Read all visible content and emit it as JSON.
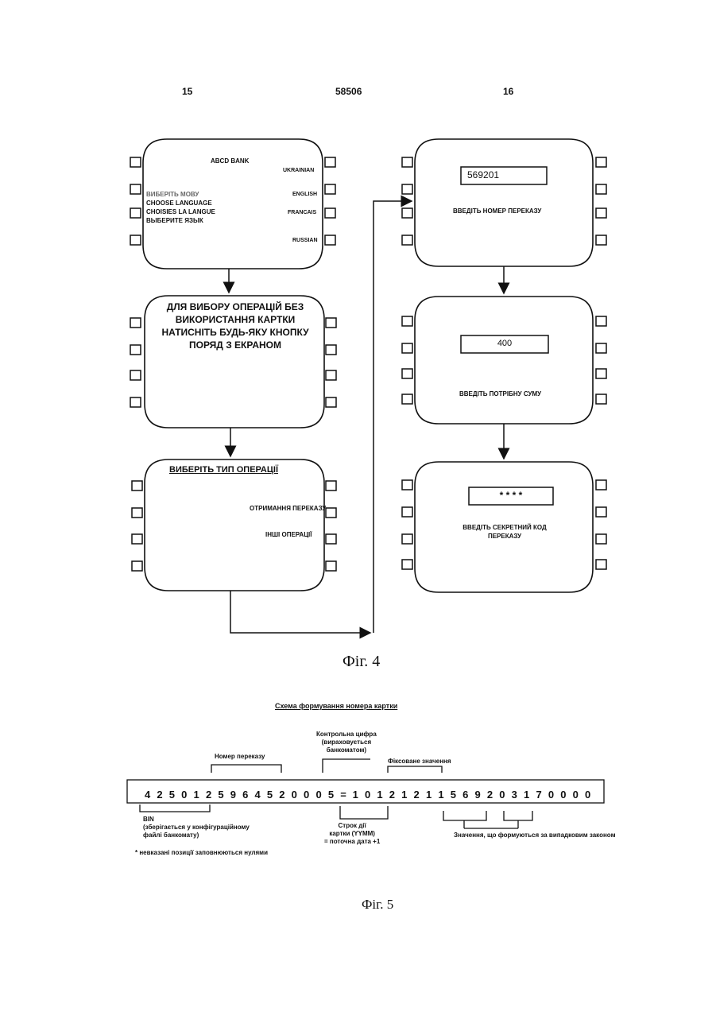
{
  "header": {
    "left_page": "15",
    "patent_number": "58506",
    "right_page": "16"
  },
  "fig4": {
    "caption": "Фіг. 4",
    "screen1": {
      "bank": "ABCD BANK",
      "prompt_ua": "ВИБЕРІТЬ МОВУ",
      "prompt_en": "CHOOSE LANGUAGE",
      "prompt_fr": "CHOISIES LA LANGUE",
      "prompt_ru": "ВЫБЕРИТЕ ЯЗЫК",
      "opt1": "UKRAINIAN",
      "opt2": "ENGLISH",
      "opt3": "FRANCAIS",
      "opt4": "RUSSIAN"
    },
    "screen2": {
      "line1": "ДЛЯ ВИБОРУ ОПЕРАЦІЙ БЕЗ",
      "line2": "ВИКОРИСТАННЯ КАРТКИ",
      "line3": "НАТИСНІТЬ БУДЬ-ЯКУ КНОПКУ",
      "line4": "ПОРЯД З ЕКРАНОМ"
    },
    "screen3": {
      "title": "ВИБЕРІТЬ ТИП ОПЕРАЦІЇ",
      "opt1": "ОТРИМАННЯ ПЕРЕКАЗУ",
      "opt2": "ІНШІ ОПЕРАЦІЇ"
    },
    "screen4": {
      "value": "569201",
      "label": "ВВЕДІТЬ НОМЕР ПЕРЕКАЗУ"
    },
    "screen5": {
      "value": "400",
      "label": "ВВЕДІТЬ ПОТРІБНУ СУМУ"
    },
    "screen6": {
      "value": "* * * *",
      "label1": "ВВЕДІТЬ СЕКРЕТНИЙ КОД",
      "label2": "ПЕРЕКАЗУ"
    }
  },
  "fig5": {
    "caption": "Фіг. 5",
    "title": "Схема формування номера картки",
    "transfer_number_label": "Номер переказу",
    "check_digit_line1": "Контрольна цифра",
    "check_digit_line2": "(вираховується",
    "check_digit_line3": "банкоматом)",
    "fixed_value_label": "Фіксоване значення",
    "digits": [
      "4",
      "2",
      "5",
      "0",
      "1",
      "2",
      "5",
      "9",
      "6",
      "4",
      "5",
      "2",
      "0",
      "0",
      "0",
      "5",
      "=",
      "1",
      "0",
      "1",
      "2",
      "1",
      "2",
      "1",
      "1",
      "5",
      "6",
      "9",
      "2",
      "0",
      "3",
      "1",
      "7",
      "0",
      "0",
      "0",
      "0"
    ],
    "bin_line1": "BIN",
    "bin_line2": "(зберігається у конфігураційному",
    "bin_line3": "файлі банкомату)",
    "expiry_line1": "Строк дії",
    "expiry_line2": "картки (YYMM)",
    "expiry_line3": "= поточна дата +1",
    "random_label": "Значення, що формуються за випадковим законом",
    "footnote": "*  невказані позиції заповнюються нулями"
  }
}
